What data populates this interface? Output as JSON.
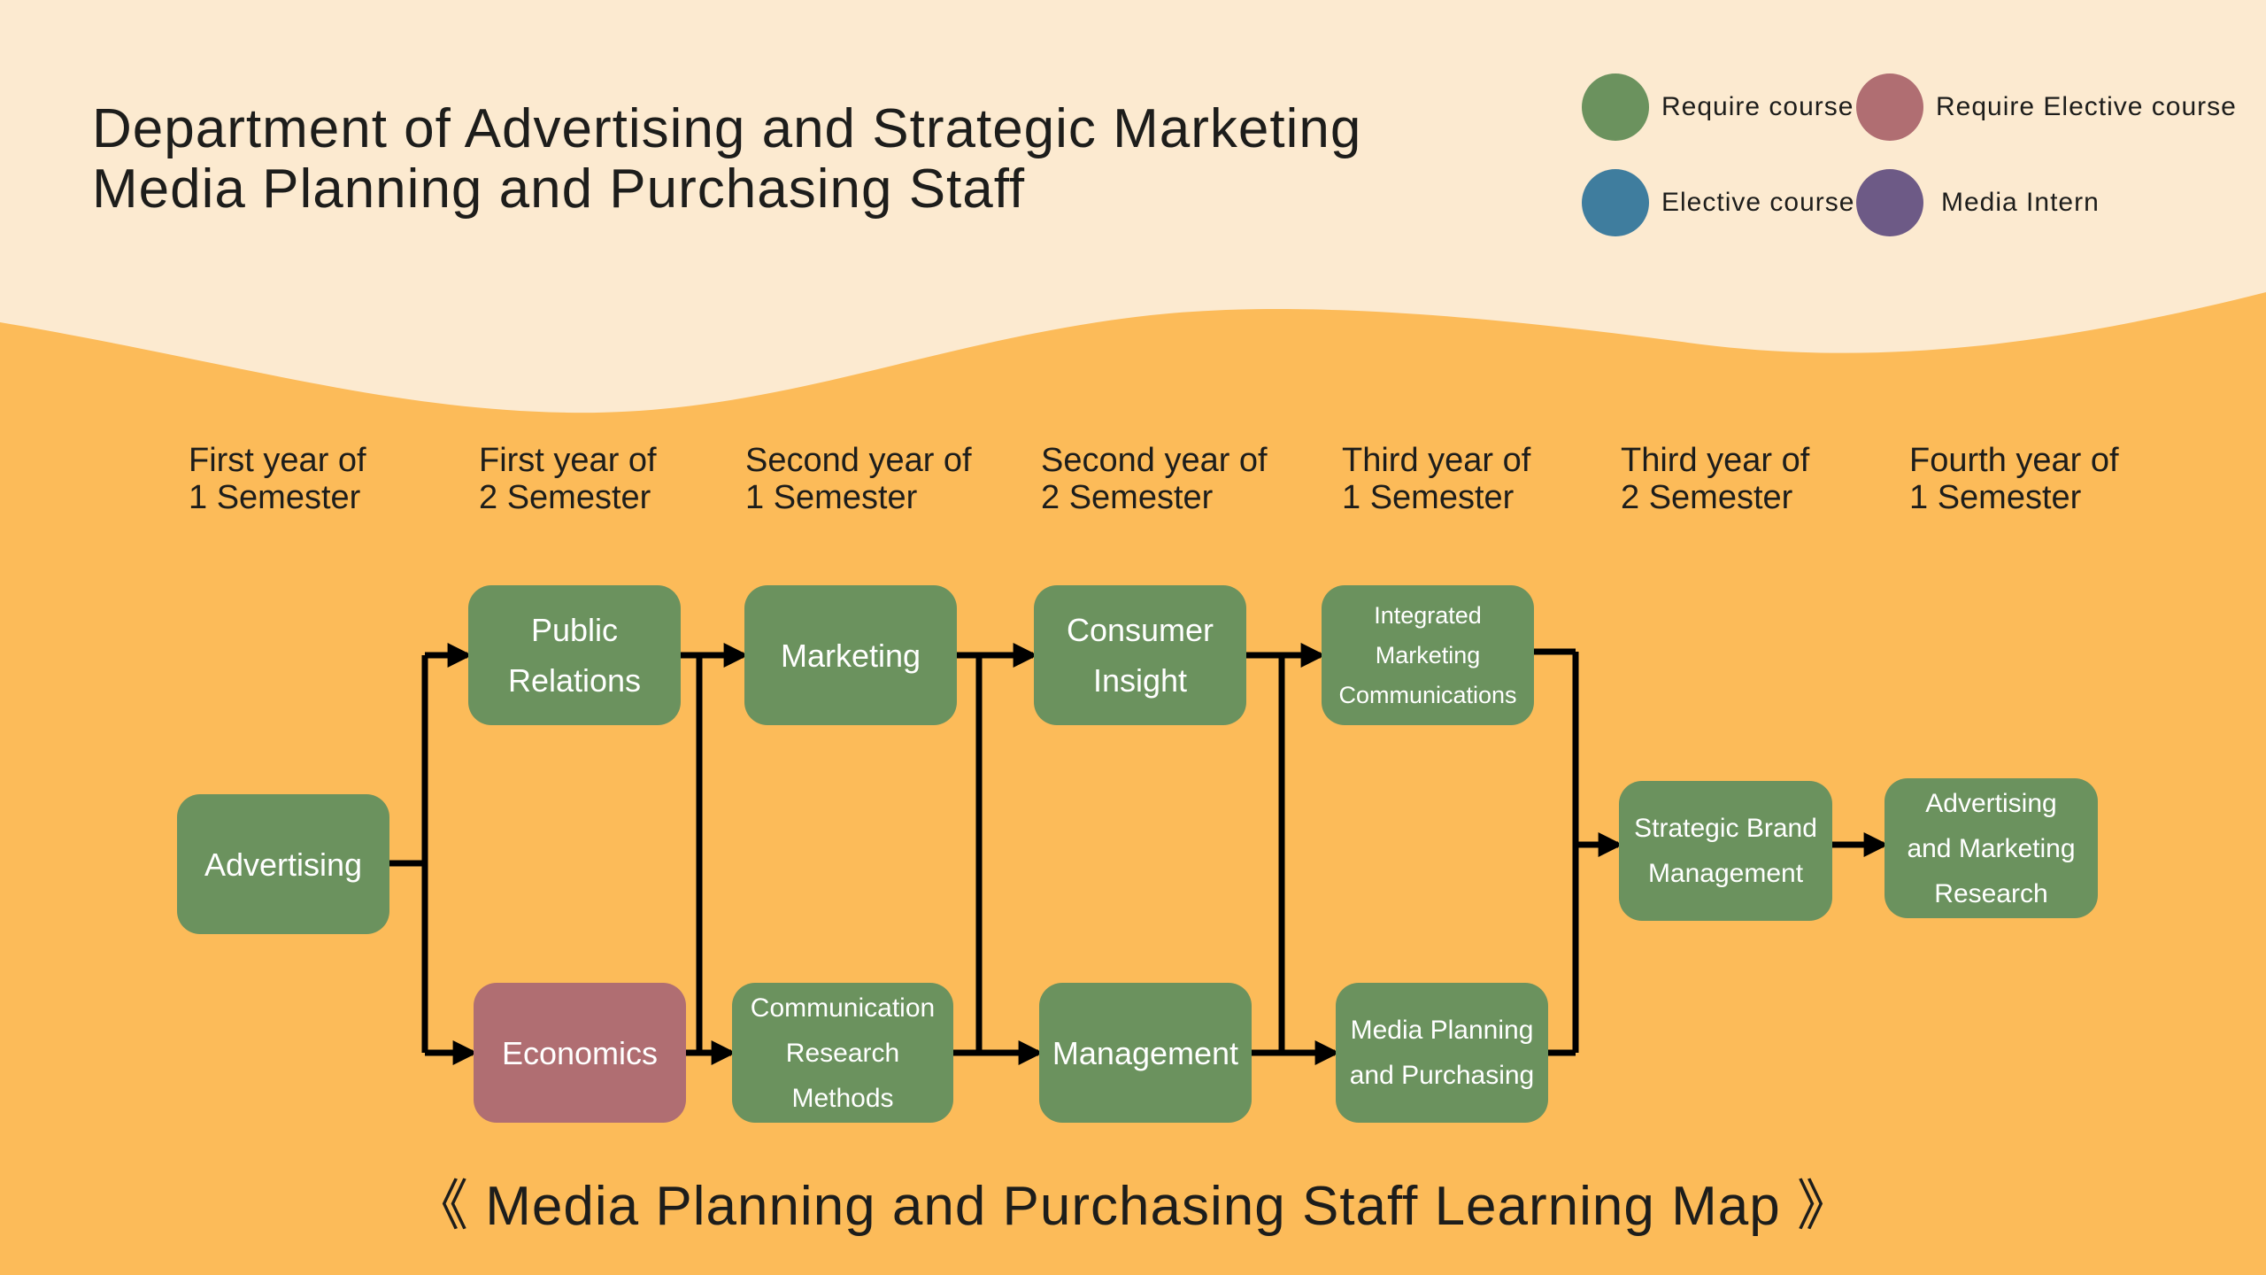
{
  "header": {
    "title_line1": "Department of Advertising and Strategic Marketing",
    "title_line2": "Media Planning and Purchasing Staff"
  },
  "legend": [
    {
      "label": "Require course",
      "color": "#6b925e"
    },
    {
      "label": "Require Elective course",
      "color": "#b06e72"
    },
    {
      "label": "Elective course",
      "color": "#3f7d9e"
    },
    {
      "label": "Media Intern",
      "color": "#6d5a86"
    }
  ],
  "semesters": [
    {
      "year": "First year of",
      "term": "1 Semester"
    },
    {
      "year": "First year of",
      "term": "2 Semester"
    },
    {
      "year": "Second year of",
      "term": "1 Semester"
    },
    {
      "year": "Second year of",
      "term": "2 Semester"
    },
    {
      "year": "Third year of",
      "term": "1 Semester"
    },
    {
      "year": "Third year of",
      "term": "2 Semester"
    },
    {
      "year": "Fourth year of",
      "term": "1 Semester"
    }
  ],
  "courses": {
    "advertising": {
      "lines": [
        "Advertising"
      ],
      "type": "Require course"
    },
    "public_relations": {
      "lines": [
        "Public",
        "Relations"
      ],
      "type": "Require course"
    },
    "economics": {
      "lines": [
        "Economics"
      ],
      "type": "Require Elective course"
    },
    "marketing": {
      "lines": [
        "Marketing"
      ],
      "type": "Require course"
    },
    "communication_research": {
      "lines": [
        "Communication",
        "Research",
        "Methods"
      ],
      "type": "Require course"
    },
    "consumer_insight": {
      "lines": [
        "Consumer",
        "Insight"
      ],
      "type": "Require course"
    },
    "management": {
      "lines": [
        "Management"
      ],
      "type": "Require course"
    },
    "imc": {
      "lines": [
        "Integrated",
        "Marketing",
        "Communications"
      ],
      "type": "Require course"
    },
    "media_planning": {
      "lines": [
        "Media Planning",
        "and Purchasing"
      ],
      "type": "Require course"
    },
    "strategic_brand": {
      "lines": [
        "Strategic Brand",
        "Management"
      ],
      "type": "Require course"
    },
    "adv_research": {
      "lines": [
        "Advertising",
        "and Marketing",
        "Research"
      ],
      "type": "Require course"
    }
  },
  "footer": {
    "title": "《 Media Planning and Purchasing Staff  Learning Map 》"
  }
}
